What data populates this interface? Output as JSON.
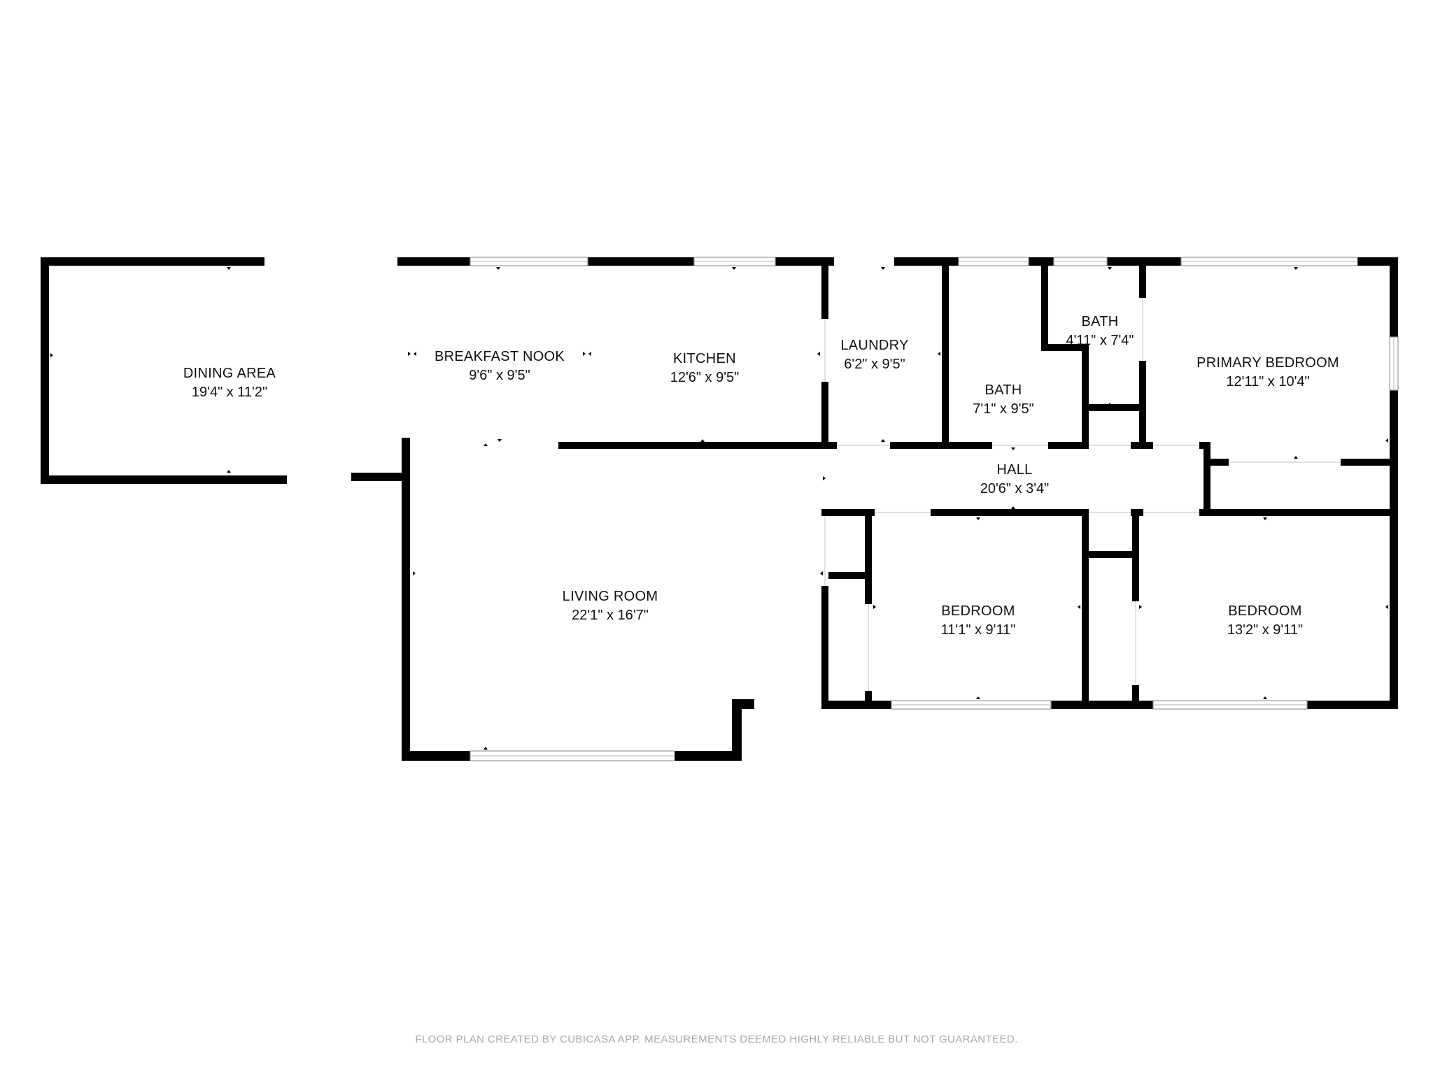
{
  "rooms": [
    {
      "id": "dining-area",
      "name": "DINING AREA",
      "dim": "19'4\" x 11'2\""
    },
    {
      "id": "breakfast-nook",
      "name": "BREAKFAST NOOK",
      "dim": "9'6\" x 9'5\""
    },
    {
      "id": "kitchen",
      "name": "KITCHEN",
      "dim": "12'6\" x 9'5\""
    },
    {
      "id": "laundry",
      "name": "LAUNDRY",
      "dim": "6'2\" x 9'5\""
    },
    {
      "id": "bath-1",
      "name": "BATH",
      "dim": "7'1\" x 9'5\""
    },
    {
      "id": "bath-2",
      "name": "BATH",
      "dim": "4'11\" x 7'4\""
    },
    {
      "id": "primary-bedroom",
      "name": "PRIMARY BEDROOM",
      "dim": "12'11\" x 10'4\""
    },
    {
      "id": "hall",
      "name": "HALL",
      "dim": "20'6\" x 3'4\""
    },
    {
      "id": "living-room",
      "name": "LIVING ROOM",
      "dim": "22'1\" x 16'7\""
    },
    {
      "id": "bedroom-1",
      "name": "BEDROOM",
      "dim": "11'1\" x 9'11\""
    },
    {
      "id": "bedroom-2",
      "name": "BEDROOM",
      "dim": "13'2\" x 9'11\""
    }
  ],
  "footer": "FLOOR PLAN CREATED BY CUBICASA APP. MEASUREMENTS DEEMED HIGHLY RELIABLE BUT NOT GUARANTEED.",
  "colors": {
    "wall": "#000000",
    "background": "#ffffff",
    "footer_text": "#a8a8a8"
  }
}
